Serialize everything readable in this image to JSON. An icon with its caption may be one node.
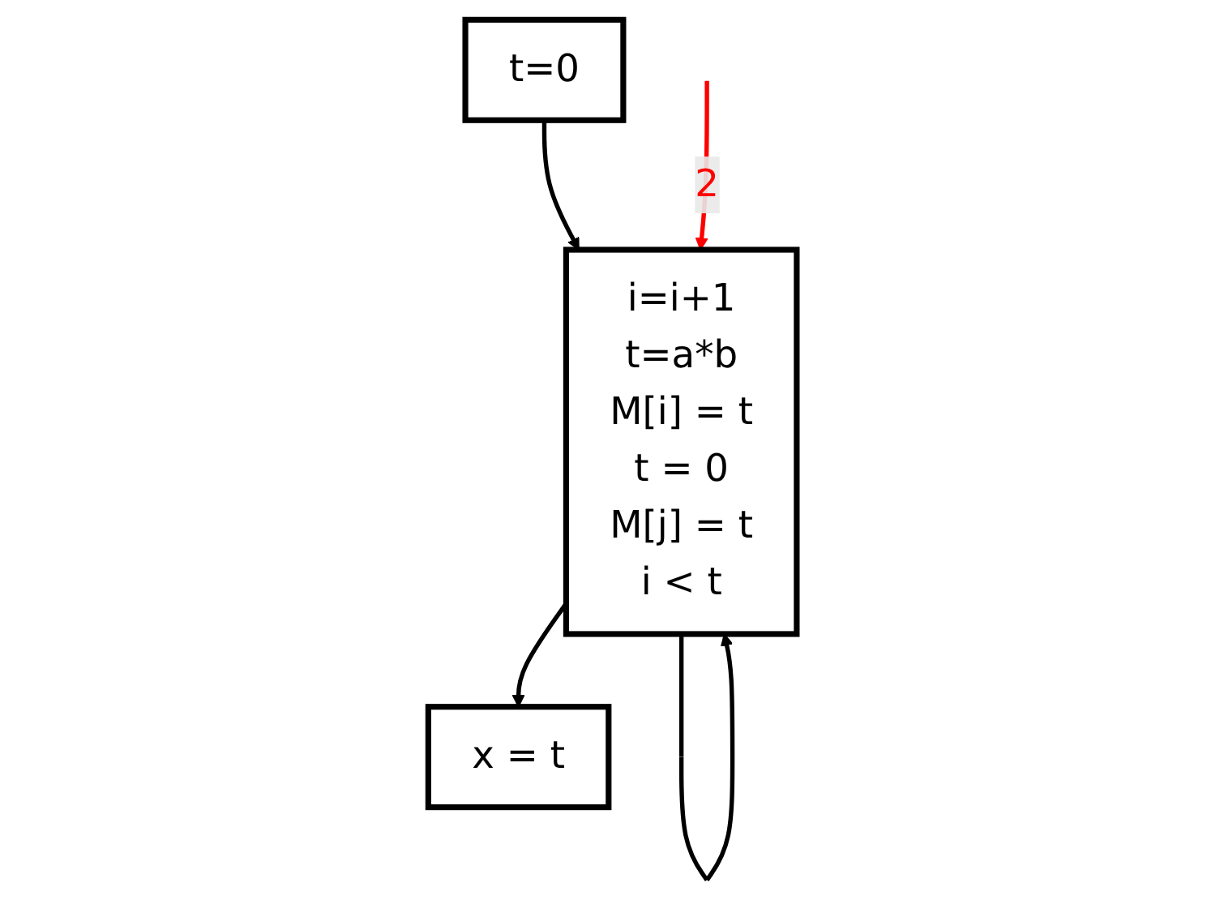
{
  "diagram": {
    "nodes": [
      {
        "text": [
          "t=0"
        ]
      },
      {
        "text": [
          "i=i+1",
          "t=a*b",
          "M[i] = t",
          "t = 0",
          "M[j] = t",
          "i < t"
        ]
      },
      {
        "text": [
          "x = t"
        ]
      }
    ],
    "edges": [
      {
        "from": 0,
        "to": 1,
        "arrow": "to"
      },
      {
        "from": 1,
        "to": 1,
        "arrow": "to"
      },
      {
        "from": 1,
        "to": 2,
        "arrow": "to"
      },
      {
        "from": null,
        "to": 1,
        "arrow": "to",
        "label": "2",
        "color": "#ff0000"
      }
    ]
  }
}
